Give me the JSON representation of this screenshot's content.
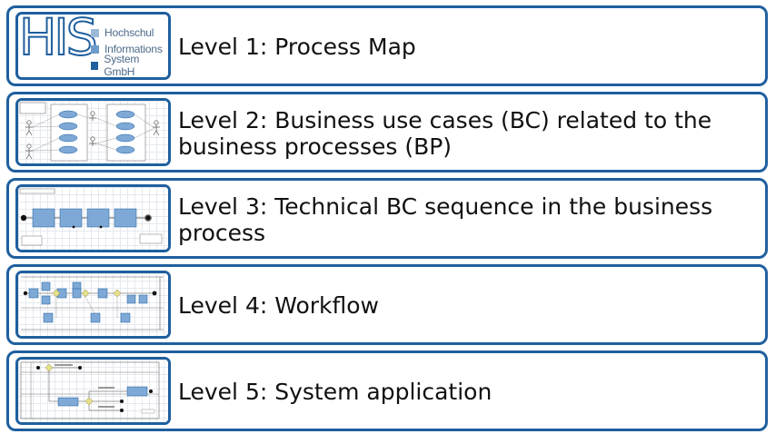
{
  "logo": {
    "letters": "HIS",
    "lines": [
      "Hochschul",
      "Informations",
      "System GmbH"
    ],
    "square_colors": [
      "#9bb8d8",
      "#6f9bcb",
      "#1f5f9e"
    ]
  },
  "levels": [
    {
      "label": "Level 1: Process Map",
      "thumbnail": "his-logo"
    },
    {
      "label": "Level 2: Business use cases (BC) related to the business processes (BP)",
      "thumbnail": "use-case-diagram"
    },
    {
      "label": "Level 3: Technical BC sequence in the business process",
      "thumbnail": "sequence-diagram"
    },
    {
      "label": "Level 4: Workflow",
      "thumbnail": "workflow-diagram"
    },
    {
      "label": "Level 5: System application",
      "thumbnail": "system-application-diagram"
    }
  ],
  "colors": {
    "border": "#1f5f9e",
    "shape_fill": "#7ea9d6",
    "decision": "#e5e08a"
  }
}
